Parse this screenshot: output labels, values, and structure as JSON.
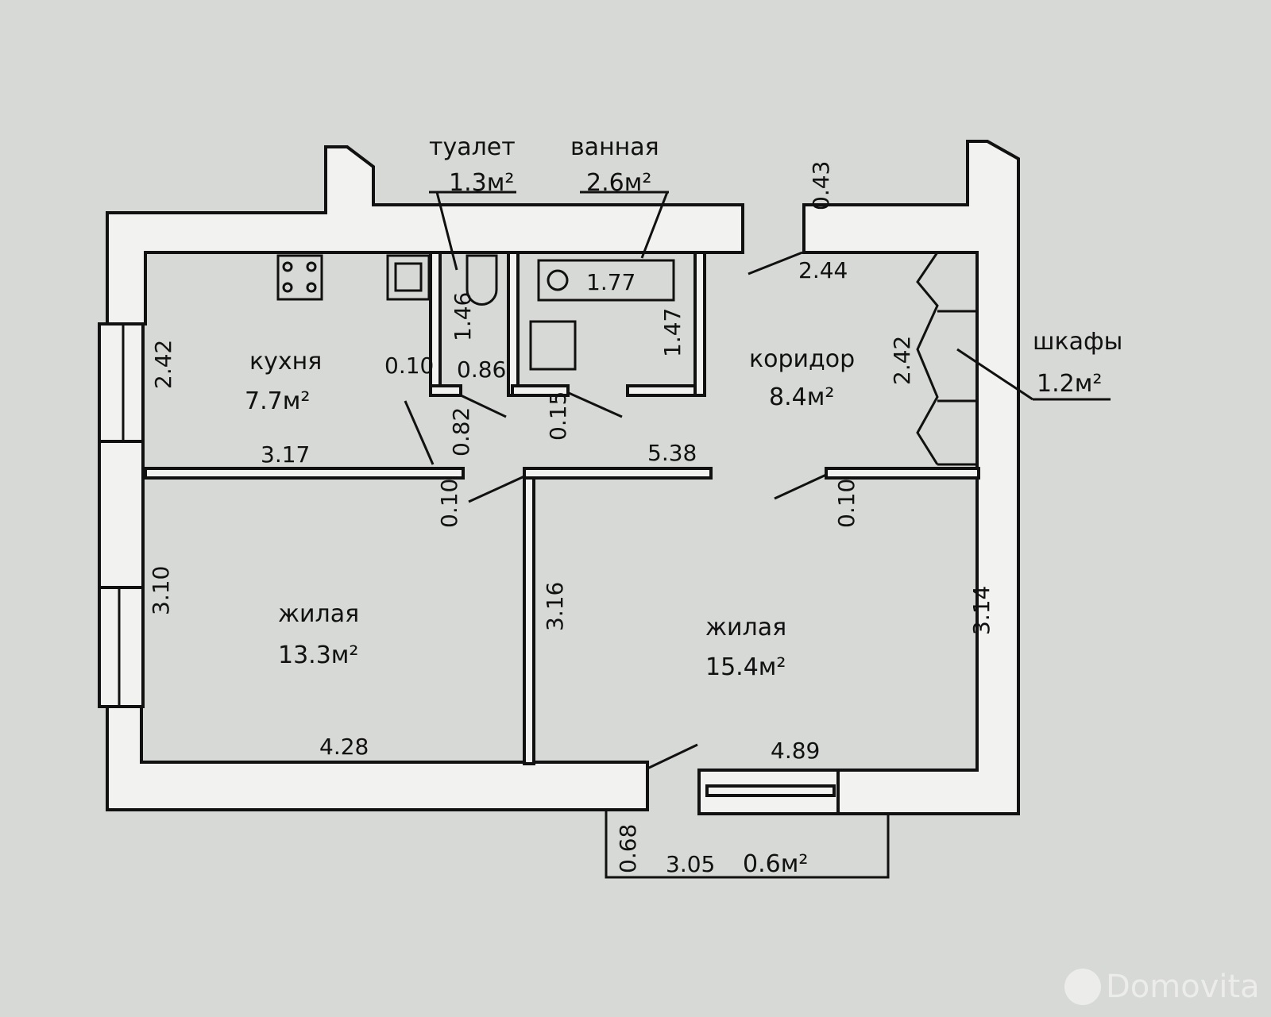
{
  "rooms": [
    {
      "name": "туалет",
      "area": "1.3м²"
    },
    {
      "name": "ванная",
      "area": "2.6м²"
    },
    {
      "name": "кухня",
      "area": "7.7м²"
    },
    {
      "name": "коридор",
      "area": "8.4м²"
    },
    {
      "name": "шкафы",
      "area": "1.2м²"
    },
    {
      "name": "жилая",
      "area": "13.3м²"
    },
    {
      "name": "жилая",
      "area": "15.4м²"
    },
    {
      "name": "",
      "area": "0.6м²"
    }
  ],
  "dimensions": [
    "0.43",
    "2.44",
    "1.77",
    "1.46",
    "1.47",
    "2.42",
    "0.10",
    "0.86",
    "0.82",
    "0.15",
    "3.17",
    "5.38",
    "2.42",
    "0.10",
    "0.10",
    "3.10",
    "3.16",
    "3.14",
    "4.28",
    "4.89",
    "0.68",
    "3.05"
  ],
  "watermark": "Domovita"
}
